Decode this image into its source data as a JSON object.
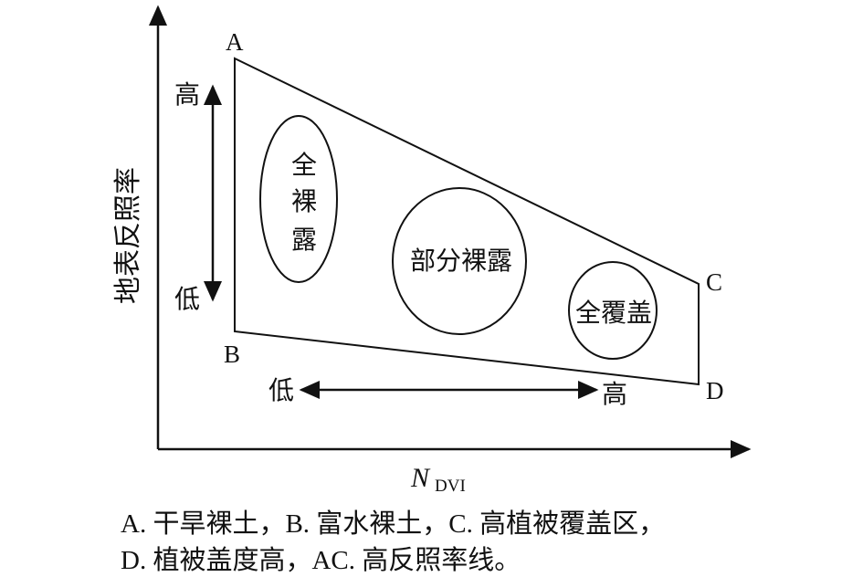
{
  "diagram": {
    "y_axis_label": "地表反照率",
    "x_axis_label_main": "N",
    "x_axis_label_sub": "DVI",
    "points": {
      "A": "A",
      "B": "B",
      "C": "C",
      "D": "D"
    },
    "vertical_arrow": {
      "high": "高",
      "low": "低"
    },
    "horizontal_arrow": {
      "low": "低",
      "high": "高"
    },
    "regions": {
      "full_bare": [
        "全",
        "裸",
        "露"
      ],
      "partial_bare": "部分裸露",
      "full_cover": "全覆盖"
    }
  },
  "caption": {
    "line1": "A. 干旱裸土，B. 富水裸土，C. 高植被覆盖区，",
    "line2": "D. 植被盖度高，AC. 高反照率线。"
  }
}
